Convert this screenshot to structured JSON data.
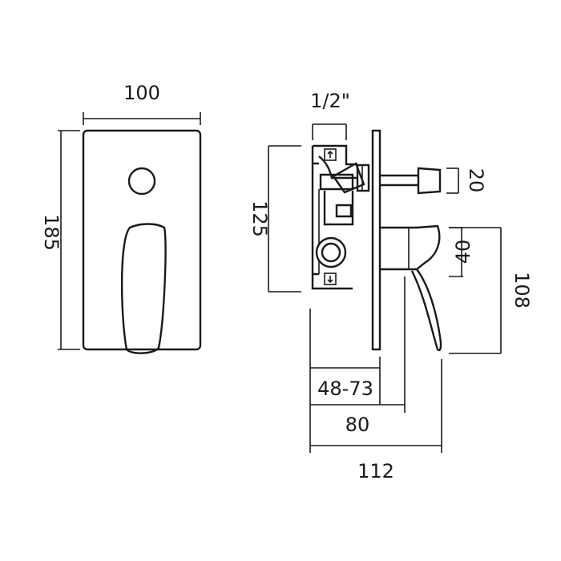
{
  "dimensions": {
    "front_width": "100",
    "front_height": "185",
    "inlet_size": "1/2\"",
    "body_height": "125",
    "handle_depth": "20",
    "lever_height": "40",
    "total_height": "108",
    "wall_depth": "48-73",
    "handle_projection": "80",
    "total_projection": "112"
  },
  "colors": {
    "line": "#1a1a1a",
    "background": "#ffffff"
  }
}
